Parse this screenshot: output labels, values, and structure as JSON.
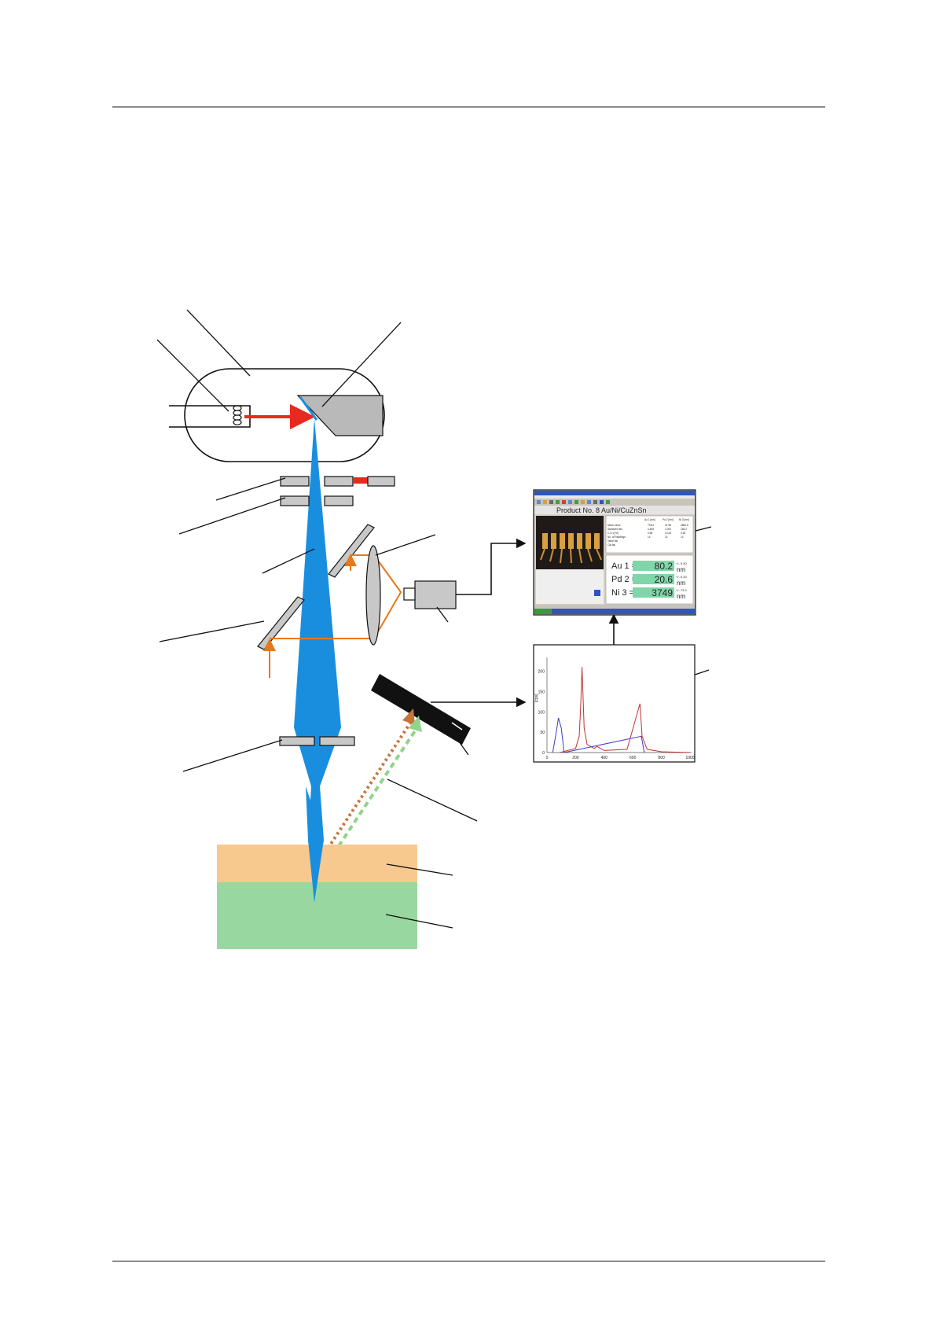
{
  "colors": {
    "beam": "#1a8ede",
    "electron": "#e8291f",
    "optical": "#e8781a",
    "coating": "#f7c98e",
    "substrate": "#98d8a0",
    "fluorescence_a": "#c4763a",
    "fluorescence_b": "#8fd48a",
    "result_cell": "#7fd6a8"
  },
  "software": {
    "product_title": "Product No. 8  Au/Ni/CuZnSn",
    "results": [
      {
        "label": "Au 1 =",
        "value": "80.2",
        "unit": "nm",
        "dev": "+/- 5.30"
      },
      {
        "label": "Pd 2 =",
        "value": "20.6",
        "unit": "nm",
        "dev": "+/- 5.30"
      },
      {
        "label": "Ni 3 =",
        "value": "3749",
        "unit": "nm",
        "dev": "+/- 73.4"
      }
    ],
    "stats_rows": [
      "Mean value",
      "Standard dev.",
      "C.O.V.[%]",
      "No. of Readings",
      "Value-fac",
      "Cal-fac"
    ],
    "stats_cols": [
      "Au 1 [nm]",
      "Pd 2 [nm]",
      "Ni 3 [nm]"
    ],
    "stats_values": [
      [
        "79.81",
        "21.98",
        "3860.5"
      ],
      [
        "0.465",
        "1.000",
        "165.2"
      ],
      [
        "0.58",
        "10.46",
        "4.28"
      ],
      [
        "14",
        "14",
        "14"
      ]
    ]
  },
  "spectrum": {
    "ylabel": "[cps]",
    "y_ticks": [
      "200",
      "150",
      "100",
      "50",
      "0"
    ],
    "x_ticks": [
      "0",
      "200",
      "400",
      "600",
      "800",
      "1000"
    ]
  },
  "chart_data": {
    "type": "line",
    "ylabel": "[cps]",
    "xlim": [
      0,
      1000
    ],
    "ylim": [
      0,
      230
    ],
    "series": [
      {
        "color": "#c03030",
        "x": [
          90,
          200,
          225,
          235,
          245,
          260,
          280,
          330,
          350,
          400,
          560,
          650,
          665,
          700,
          800,
          1000
        ],
        "y": [
          0,
          10,
          40,
          110,
          210,
          60,
          20,
          10,
          15,
          5,
          8,
          120,
          40,
          8,
          2,
          0
        ]
      },
      {
        "color": "#3a3ad0",
        "x": [
          40,
          60,
          80,
          100,
          120,
          660,
          680
        ],
        "y": [
          0,
          40,
          85,
          60,
          0,
          40,
          0
        ]
      }
    ]
  }
}
